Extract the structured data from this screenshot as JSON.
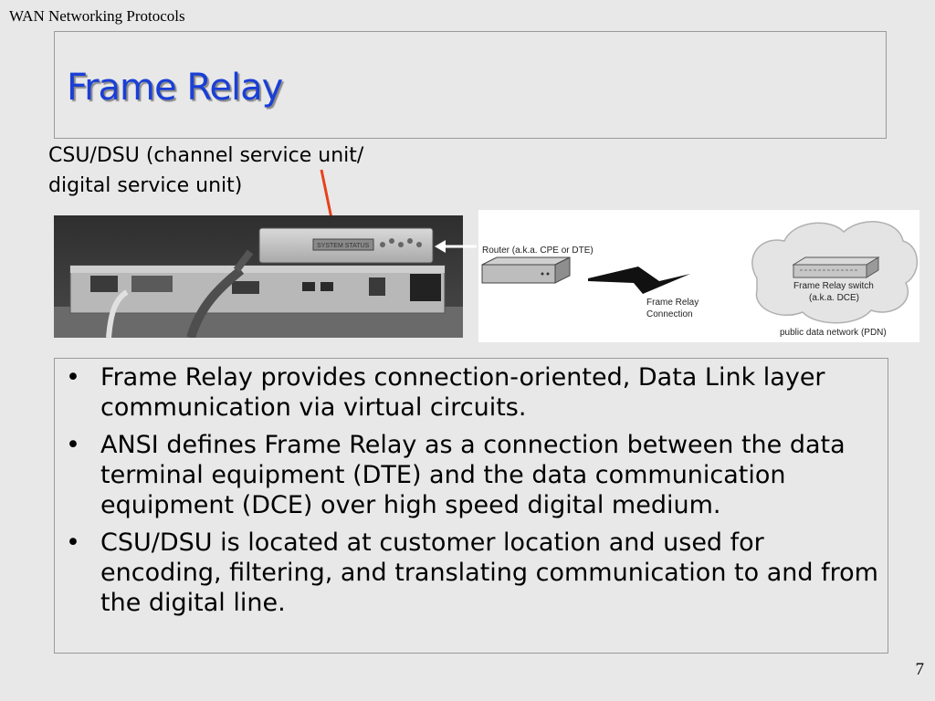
{
  "header": {
    "text": "WAN Networking Protocols"
  },
  "title": "Frame Relay",
  "caption": {
    "line1": "CSU/DSU (channel service unit/",
    "line2": "digital service unit)"
  },
  "photo": {
    "display_text": "SYSTEM STATUS"
  },
  "diagram": {
    "router_label": "Router (a.k.a. CPE or DTE)",
    "connection_label_1": "Frame Relay",
    "connection_label_2": "Connection",
    "switch_label_1": "Frame Relay switch",
    "switch_label_2": "(a.k.a. DCE)",
    "network_label": "public data network (PDN)"
  },
  "bullets": [
    {
      "text": "Frame Relay provides connection-oriented, Data Link layer communication via virtual circuits."
    },
    {
      "text": "ANSI defines Frame Relay as a connection between the data terminal equipment (DTE) and the data communication equipment (DCE) over high speed digital medium."
    },
    {
      "text": "CSU/DSU is located at customer location and used for encoding, filtering, and translating communication to and from the digital line."
    }
  ],
  "bullet_symbol": "•",
  "page_number": "7",
  "colors": {
    "title": "#1a3fd6",
    "arrow": "#e8401c",
    "background": "#e8e8e8"
  }
}
